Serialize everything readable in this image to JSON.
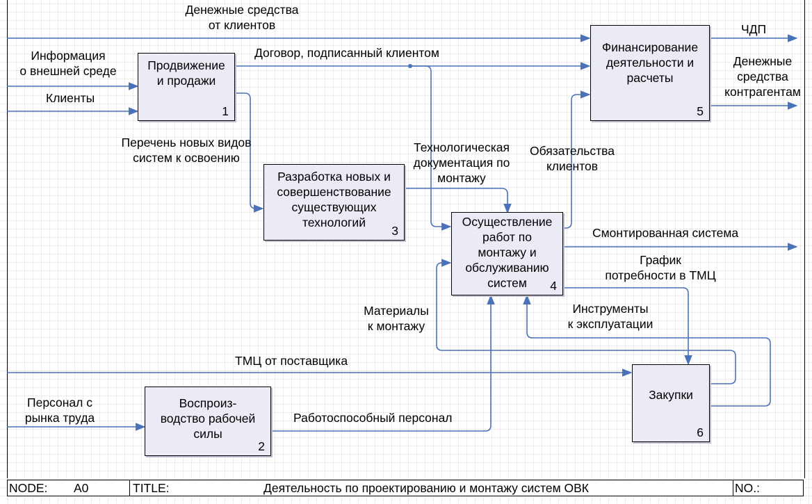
{
  "blocks": [
    {
      "label": "Продвижение\nи продажи",
      "num": "1"
    },
    {
      "label": "Воспроиз-\nводство рабочей\nсилы",
      "num": "2"
    },
    {
      "label": "Разработка новых и\nсовершенствование\nсуществующих\nтехнологий",
      "num": "3"
    },
    {
      "label": "Осуществление\nработ по\nмонтажу и\nобслуживанию\nсистем",
      "num": "4"
    },
    {
      "label": "Финансирование\nдеятельности и\nрасчеты",
      "num": "5"
    },
    {
      "label": "Закупки",
      "num": "6"
    }
  ],
  "arrows": {
    "money_from_clients": "Денежные средства\nот клиентов",
    "external_info": "Информация\nо внешней среде",
    "clients": "Клиенты",
    "contract": "Договор, подписанный клиентом",
    "chdp": "ЧДП",
    "money_to_contractors": "Денежные\nсредства\nконтрагентам",
    "new_systems_list": "Перечень новых видов\nсистем к освоению",
    "tech_docs": "Технологическая\nдокументация по\nмонтажу",
    "client_obligations": "Обязательства\nклиентов",
    "installed_system": "Смонтированная система",
    "tmc_schedule": "График\nпотребности в ТМЦ",
    "materials": "Материалы\nк монтажу",
    "tools": "Инструменты\nк эксплуатации",
    "tmc_supplier": "ТМЦ от поставщика",
    "labor_market": "Персонал с\nрынка труда",
    "capable_staff": "Работоспособный персонал"
  },
  "title_block": {
    "node_label": "NODE:",
    "node_value": "A0",
    "title_label": "TITLE:",
    "title_value": "Деятельность по проектированию и монтажу систем ОВК",
    "no_label": "NO.:"
  },
  "colors": {
    "arrow": "#4a72b8",
    "box_fill": "#ebebf5",
    "grid": "#d9d9d9"
  }
}
